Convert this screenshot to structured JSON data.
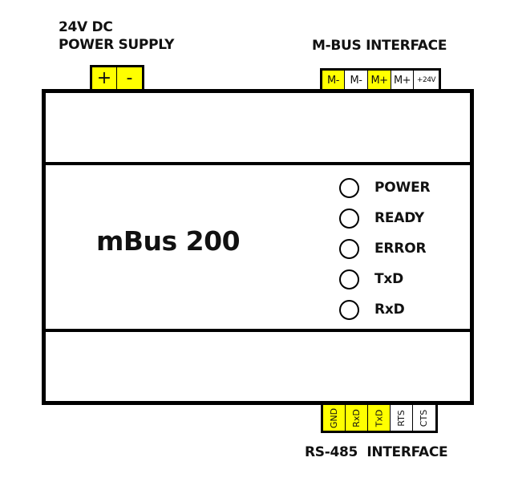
{
  "power_supply": {
    "label_line1": "24V DC",
    "label_line2": "POWER SUPPLY",
    "terminals": [
      {
        "label": "+",
        "highlighted": true
      },
      {
        "label": "-",
        "highlighted": true
      }
    ]
  },
  "mbus_interface": {
    "label": "M-BUS INTERFACE",
    "terminals": [
      {
        "label": "M-",
        "highlighted": true
      },
      {
        "label": "M-",
        "highlighted": false
      },
      {
        "label": "M+",
        "highlighted": true
      },
      {
        "label": "M+",
        "highlighted": false
      },
      {
        "label": "+24V",
        "highlighted": false
      }
    ]
  },
  "device": {
    "title": "mBus 200",
    "leds": [
      {
        "label": "POWER"
      },
      {
        "label": "READY"
      },
      {
        "label": "ERROR"
      },
      {
        "label": "TxD"
      },
      {
        "label": "RxD"
      }
    ]
  },
  "rs485_interface": {
    "label": "RS-485  INTERFACE",
    "terminals": [
      {
        "label": "GND",
        "highlighted": true
      },
      {
        "label": "RxD",
        "highlighted": true
      },
      {
        "label": "TxD",
        "highlighted": true
      },
      {
        "label": "RTS",
        "highlighted": false
      },
      {
        "label": "CTS",
        "highlighted": false
      }
    ]
  },
  "colors": {
    "highlight": "#ffff00",
    "outline": "#000000",
    "background": "#ffffff"
  }
}
